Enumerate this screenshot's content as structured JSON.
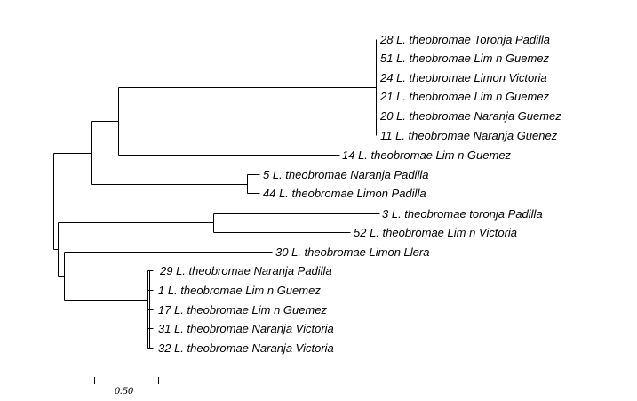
{
  "tree": {
    "taxa": [
      "28 L. theobromae Toronja Padilla",
      "51 L. theobromae Lim n Guemez",
      "24 L. theobromae Limon Victoria",
      "21 L. theobromae Lim n Guemez",
      "20 L. theobromae Naranja Guemez",
      "11 L. theobromae Naranja Guenez",
      "14 L. theobromae Lim n Guemez",
      "5 L. theobromae Naranja Padilla",
      "44 L. theobromae Limon Padilla",
      "3 L. theobromae toronja Padilla",
      "52 L. theobromae Lim n Victoria",
      "30 L. theobromae Limon Llera",
      "29 L. theobromae Naranja Padilla",
      "1 L. theobromae Lim n Guemez",
      "17 L. theobromae Lim n Guemez",
      "31 L. theobromae Naranja Victoria",
      "32 L. theobromae Naranja Victoria"
    ],
    "scale_bar": {
      "value": 0.5,
      "label": "0.50"
    }
  }
}
